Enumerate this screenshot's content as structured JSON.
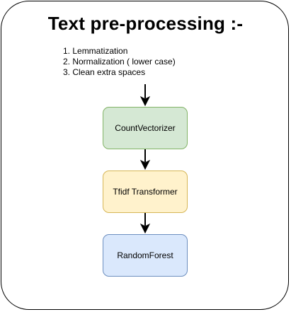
{
  "title": "Text pre-processing :-",
  "steps": [
    "1. Lemmatization",
    "2. Normalization ( lower case)",
    "3. Clean extra spaces"
  ],
  "nodes": {
    "count_vectorizer": "CountVectorizer",
    "tfidf_transformer": "Tfidf Transformer",
    "random_forest": "RandomForest"
  },
  "colors": {
    "green_fill": "#d5e8d4",
    "green_stroke": "#82b366",
    "yellow_fill": "#fff2cc",
    "yellow_stroke": "#d6b656",
    "blue_fill": "#dae8fc",
    "blue_stroke": "#6c8ebf"
  }
}
